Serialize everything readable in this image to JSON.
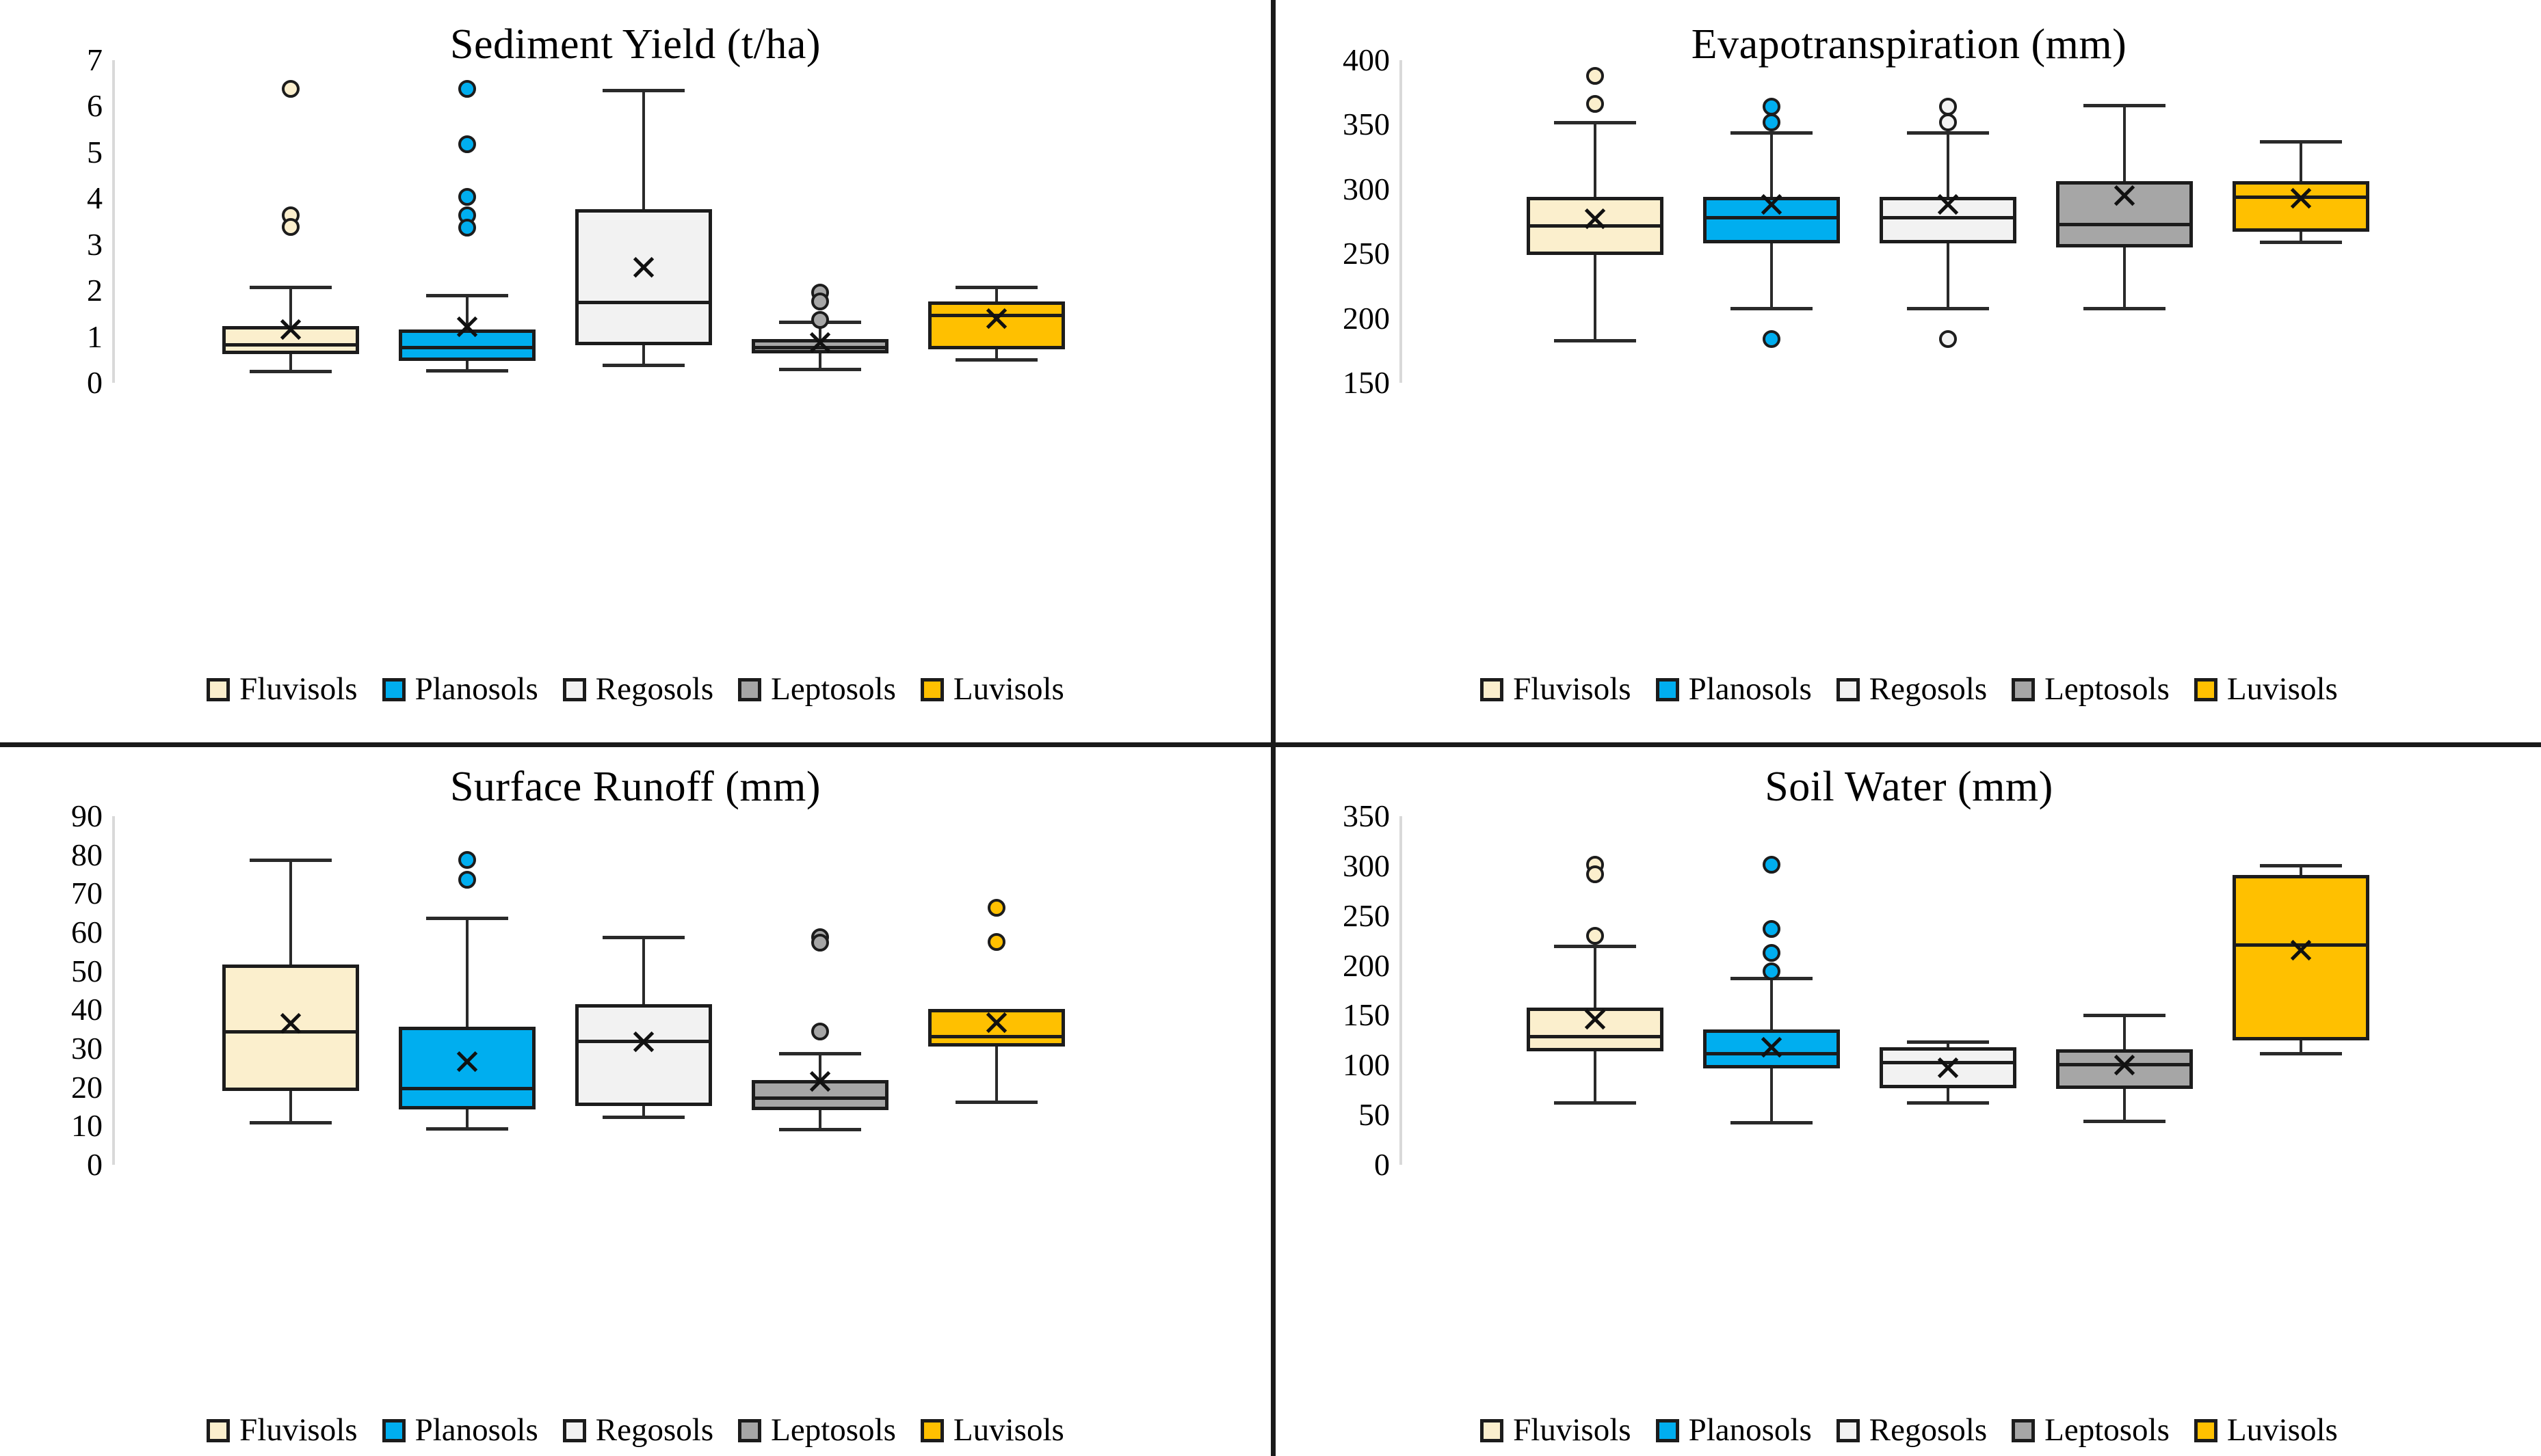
{
  "figure": {
    "background": "#ffffff",
    "panel_count": 4,
    "divider_color": "#1a1a1a"
  },
  "series_styles": [
    {
      "name": "Fluvisols",
      "fill": "#FBEFCD",
      "stroke": "#1c1c1c",
      "marker": "#FBEFCD"
    },
    {
      "name": "Planosols",
      "fill": "#00AEEF",
      "stroke": "#1c1c1c",
      "marker": "#00AEEF"
    },
    {
      "name": "Regosols",
      "fill": "#F2F2F2",
      "stroke": "#1c1c1c",
      "marker": "#F2F2F2"
    },
    {
      "name": "Leptosols",
      "fill": "#A6A6A6",
      "stroke": "#1c1c1c",
      "marker": "#A6A6A6"
    },
    {
      "name": "Luvisols",
      "fill": "#FFC000",
      "stroke": "#1c1c1c",
      "marker": "#FFC000"
    }
  ],
  "legend": {
    "position": "bottom",
    "items": [
      {
        "label": "Fluvisols",
        "color": "#FBEFCD"
      },
      {
        "label": "Planosols",
        "color": "#00AEEF"
      },
      {
        "label": "Regosols",
        "color": "#F2F2F2"
      },
      {
        "label": "Leptosols",
        "color": "#A6A6A6"
      },
      {
        "label": "Luvisols",
        "color": "#FFC000"
      }
    ]
  },
  "chart_data": [
    {
      "id": "sediment-yield",
      "type": "box",
      "title": "Sediment Yield (t/ha)",
      "xlabel": "",
      "ylabel": "",
      "ylim": [
        0,
        7
      ],
      "yticks": [
        0,
        1,
        2,
        3,
        4,
        5,
        6,
        7
      ],
      "ytick_labels": [
        "0",
        "1",
        "2",
        "3",
        "4",
        "5",
        "6",
        "7"
      ],
      "grid": false,
      "categories": [
        "Fluvisols",
        "Planosols",
        "Regosols",
        "Leptosols",
        "Luvisols"
      ],
      "boxes": [
        {
          "name": "Fluvisols",
          "whisker_low": 0.28,
          "q1": 0.62,
          "median": 0.83,
          "mean": 1.12,
          "q3": 1.23,
          "whisker_high": 2.1,
          "outliers": [
            6.37,
            3.64,
            3.38
          ]
        },
        {
          "name": "Planosols",
          "whisker_low": 0.3,
          "q1": 0.48,
          "median": 0.77,
          "mean": 1.18,
          "q3": 1.15,
          "whisker_high": 1.93,
          "outliers": [
            6.37,
            5.18,
            4.03,
            3.63,
            3.36
          ]
        },
        {
          "name": "Regosols",
          "whisker_low": 0.42,
          "q1": 0.82,
          "median": 1.75,
          "mean": 2.47,
          "q3": 3.77,
          "whisker_high": 6.37,
          "outliers": []
        },
        {
          "name": "Leptosols",
          "whisker_low": 0.32,
          "q1": 0.64,
          "median": 0.77,
          "mean": 0.85,
          "q3": 0.95,
          "whisker_high": 1.35,
          "outliers": [
            1.96,
            1.77,
            1.36
          ]
        },
        {
          "name": "Luvisols",
          "whisker_low": 0.54,
          "q1": 0.72,
          "median": 1.47,
          "mean": 1.37,
          "q3": 1.77,
          "whisker_high": 2.1,
          "outliers": []
        }
      ]
    },
    {
      "id": "evapotranspiration",
      "type": "box",
      "title": "Evapotranspiration (mm)",
      "xlabel": "",
      "ylabel": "",
      "ylim": [
        150,
        400
      ],
      "yticks": [
        150,
        200,
        250,
        300,
        350,
        400
      ],
      "ytick_labels": [
        "150",
        "200",
        "250",
        "300",
        "350",
        "400"
      ],
      "grid": false,
      "categories": [
        "Fluvisols",
        "Planosols",
        "Regosols",
        "Leptosols",
        "Luvisols"
      ],
      "boxes": [
        {
          "name": "Fluvisols",
          "whisker_low": 184,
          "q1": 249,
          "median": 272,
          "mean": 276,
          "q3": 294,
          "whisker_high": 353,
          "outliers": [
            388,
            366
          ]
        },
        {
          "name": "Planosols",
          "whisker_low": 209,
          "q1": 258,
          "median": 278,
          "mean": 287,
          "q3": 294,
          "whisker_high": 345,
          "outliers": [
            364,
            352,
            184
          ]
        },
        {
          "name": "Regosols",
          "whisker_low": 209,
          "q1": 258,
          "median": 278,
          "mean": 287,
          "q3": 294,
          "whisker_high": 345,
          "outliers": [
            364,
            352,
            184
          ]
        },
        {
          "name": "Leptosols",
          "whisker_low": 209,
          "q1": 255,
          "median": 273,
          "mean": 294,
          "q3": 306,
          "whisker_high": 366,
          "outliers": []
        },
        {
          "name": "Luvisols",
          "whisker_low": 260,
          "q1": 267,
          "median": 294,
          "mean": 292,
          "q3": 306,
          "whisker_high": 338,
          "outliers": []
        }
      ]
    },
    {
      "id": "surface-runoff",
      "type": "box",
      "title": "Surface Runoff (mm)",
      "xlabel": "",
      "ylabel": "",
      "ylim": [
        0,
        90
      ],
      "yticks": [
        0,
        10,
        20,
        30,
        40,
        50,
        60,
        70,
        80,
        90
      ],
      "ytick_labels": [
        "0",
        "10",
        "20",
        "30",
        "40",
        "50",
        "60",
        "70",
        "80",
        "90"
      ],
      "grid": false,
      "categories": [
        "Fluvisols",
        "Planosols",
        "Regosols",
        "Leptosols",
        "Luvisols"
      ],
      "boxes": [
        {
          "name": "Fluvisols",
          "whisker_low": 11.3,
          "q1": 19.0,
          "median": 34.5,
          "mean": 36.2,
          "q3": 51.7,
          "whisker_high": 79.0,
          "outliers": []
        },
        {
          "name": "Planosols",
          "whisker_low": 9.7,
          "q1": 14.3,
          "median": 19.7,
          "mean": 26.3,
          "q3": 35.6,
          "whisker_high": 64.0,
          "outliers": [
            78.7,
            73.6
          ]
        },
        {
          "name": "Regosols",
          "whisker_low": 12.7,
          "q1": 15.2,
          "median": 32.0,
          "mean": 31.5,
          "q3": 41.4,
          "whisker_high": 59.1,
          "outliers": []
        },
        {
          "name": "Leptosols",
          "whisker_low": 9.6,
          "q1": 14.2,
          "median": 17.3,
          "mean": 21.1,
          "q3": 21.8,
          "whisker_high": 29.2,
          "outliers": [
            58.8,
            57.3,
            34.4
          ]
        },
        {
          "name": "Luvisols",
          "whisker_low": 16.6,
          "q1": 30.6,
          "median": 33.1,
          "mean": 36.3,
          "q3": 40.3,
          "whisker_high": 40.3,
          "outliers": [
            66.4,
            57.5
          ]
        }
      ]
    },
    {
      "id": "soil-water",
      "type": "box",
      "title": "Soil Water (mm)",
      "xlabel": "",
      "ylabel": "",
      "ylim": [
        0,
        350
      ],
      "yticks": [
        0,
        50,
        100,
        150,
        200,
        250,
        300,
        350
      ],
      "ytick_labels": [
        "0",
        "50",
        "100",
        "150",
        "200",
        "250",
        "300",
        "350"
      ],
      "grid": false,
      "categories": [
        "Fluvisols",
        "Planosols",
        "Regosols",
        "Leptosols",
        "Luvisols"
      ],
      "boxes": [
        {
          "name": "Fluvisols",
          "whisker_low": 64,
          "q1": 114,
          "median": 129,
          "mean": 145,
          "q3": 158,
          "whisker_high": 221,
          "outliers": [
            301,
            292,
            230
          ]
        },
        {
          "name": "Planosols",
          "whisker_low": 44,
          "q1": 97,
          "median": 112,
          "mean": 117,
          "q3": 136,
          "whisker_high": 189,
          "outliers": [
            301,
            237,
            213,
            194
          ]
        },
        {
          "name": "Regosols",
          "whisker_low": 64,
          "q1": 77,
          "median": 103,
          "mean": 96,
          "q3": 118,
          "whisker_high": 125,
          "outliers": []
        },
        {
          "name": "Leptosols",
          "whisker_low": 45,
          "q1": 76,
          "median": 101,
          "mean": 99,
          "q3": 116,
          "whisker_high": 152,
          "outliers": []
        },
        {
          "name": "Luvisols",
          "whisker_low": 113,
          "q1": 125,
          "median": 221,
          "mean": 214,
          "q3": 291,
          "whisker_high": 302,
          "outliers": []
        }
      ]
    }
  ]
}
